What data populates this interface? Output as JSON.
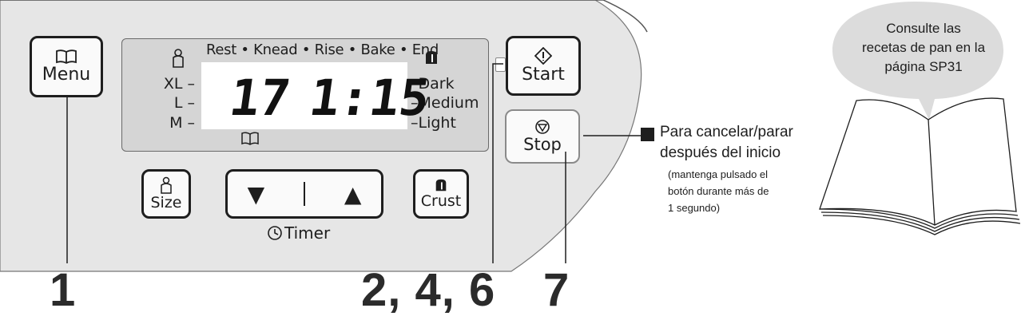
{
  "panel": {
    "menu_label": "Menu",
    "start_label": "Start",
    "stop_label": "Stop",
    "size_label": "Size",
    "crust_label": "Crust",
    "timer_label": "Timer",
    "arrow_down": "▼",
    "arrow_up": "▲"
  },
  "display": {
    "stages": "Rest • Knead • Rise • Bake • End",
    "sizes": [
      "XL –",
      "L –",
      "M –"
    ],
    "crusts": [
      "–Dark",
      "–Medium",
      "–Light"
    ],
    "menu_number": "17",
    "time": "1:15"
  },
  "callouts": {
    "num_menu": "1",
    "num_start": "2, 4, 6",
    "num_stop": "7"
  },
  "stop_note": {
    "line1": "Para cancelar/parar",
    "line2": "después del inicio",
    "sub1": "(mantenga pulsado el",
    "sub2": "botón durante más de",
    "sub3": "1 segundo)"
  },
  "bubble": {
    "line1": "Consulte las",
    "line2": "recetas de pan en la",
    "line3": "página SP31"
  }
}
